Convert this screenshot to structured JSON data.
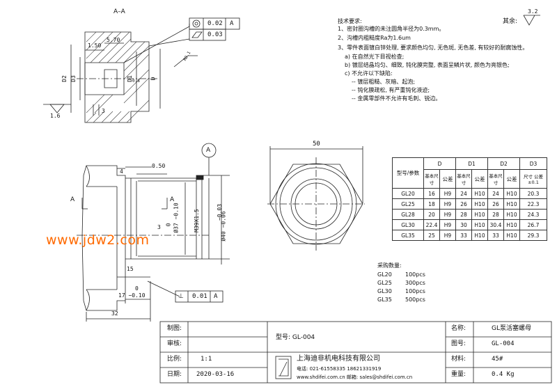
{
  "section": {
    "title": "A–A",
    "tol_flatness": "0.02",
    "tol_flatness_ref": "A",
    "tol_cyl": "0.03",
    "dims": {
      "d150": "1.50",
      "d570": "5.70",
      "d2": "D2",
      "d3": "D3",
      "d1": "D1",
      "d": "D",
      "d3small": "3",
      "d16": "1.6",
      "d08": "0.8",
      "dang": "R0.1"
    }
  },
  "tech": {
    "title": "技术要求:",
    "items": [
      "1、密封圈沟槽的未注圆角半径为0.3mm。",
      "2、沟槽内粗糙度Ra为1.6um",
      "3、零件表面镀白锌处理, 要求颜色均匀, 无色斑, 无色差, 有较好的耐腐蚀性。",
      "a) 在自然光下目视检查;",
      "b) 镀层结晶均匀、细致, 钝化膜完整, 表面呈鳞片状, 颜色为亮银色;",
      "c) 不允许以下缺陷:",
      "-- 镀层粗糙、灰暗、起泡;",
      "-- 钝化膜疏松, 有严重钝化液迹;",
      "-- 金属零部件不允许有毛刺、锐边。"
    ],
    "rest": "其余:",
    "rest_ra": "3.2"
  },
  "front": {
    "label_a": "A",
    "dim_4": "4",
    "dim_050": "0.50",
    "dim_3": "3",
    "dim_15": "15",
    "dim_0": "0",
    "dim_17": "17 −0.10",
    "dim_32": "32",
    "dia37": "Ø37 −0.10",
    "dia37_0": "0",
    "m39": "M39X1.5",
    "dia40": "Ø40 −0.06",
    "dia40b": "−0.03",
    "perp_sym": "⊥",
    "perp_val": "0.01",
    "perp_ref": "A",
    "datum": "A"
  },
  "hex": {
    "dim_50": "50"
  },
  "spec_table": {
    "col_type": "型号/参数",
    "groups": [
      "D",
      "D1",
      "D2",
      "D3"
    ],
    "sub": [
      "基本尺寸",
      "公差",
      "基本尺寸",
      "公差",
      "基本尺寸",
      "公差",
      "尺寸 公差±0.1"
    ],
    "rows": [
      [
        "GL20",
        "16",
        "H9",
        "24",
        "H10",
        "24",
        "H10",
        "20.3"
      ],
      [
        "GL25",
        "18",
        "H9",
        "26",
        "H10",
        "26",
        "H10",
        "22.3"
      ],
      [
        "GL28",
        "20",
        "H9",
        "28",
        "H10",
        "28",
        "H10",
        "24.3"
      ],
      [
        "GL30",
        "22.4",
        "H9",
        "30",
        "H10",
        "30.4",
        "H10",
        "26.7"
      ],
      [
        "GL35",
        "25",
        "H9",
        "33",
        "H10",
        "33",
        "H10",
        "29.3"
      ]
    ]
  },
  "purchase": {
    "title": "采购数量:",
    "rows": [
      [
        "GL20",
        "100pcs"
      ],
      [
        "GL25",
        "300pcs"
      ],
      [
        "GL30",
        "100pcs"
      ],
      [
        "GL35",
        "500pcs"
      ]
    ]
  },
  "watermark": "www.jdw2.com",
  "title_block": {
    "zhitu": "制图:",
    "shenhe": "审核:",
    "bili": "比例:",
    "bili_val": "1:1",
    "riqi": "日期:",
    "riqi_val": "2020-03-16",
    "xinghao": "型号: GL-004",
    "mingcheng": "名称:",
    "mingcheng_val": "GL泵活塞螺母",
    "tuhao": "图号:",
    "tuhao_val": "GL-004",
    "cailiao": "材料:",
    "cailiao_val": "45#",
    "zhongliang": "重量:",
    "zhongliang_val": "0.4 Kg",
    "company": "上海迪非机电科技有限公司",
    "phone": "电话: 021-61558335  18621331919",
    "web": "www.shdifei.com.cn  邮箱: sales@shdifei.com.cn"
  }
}
